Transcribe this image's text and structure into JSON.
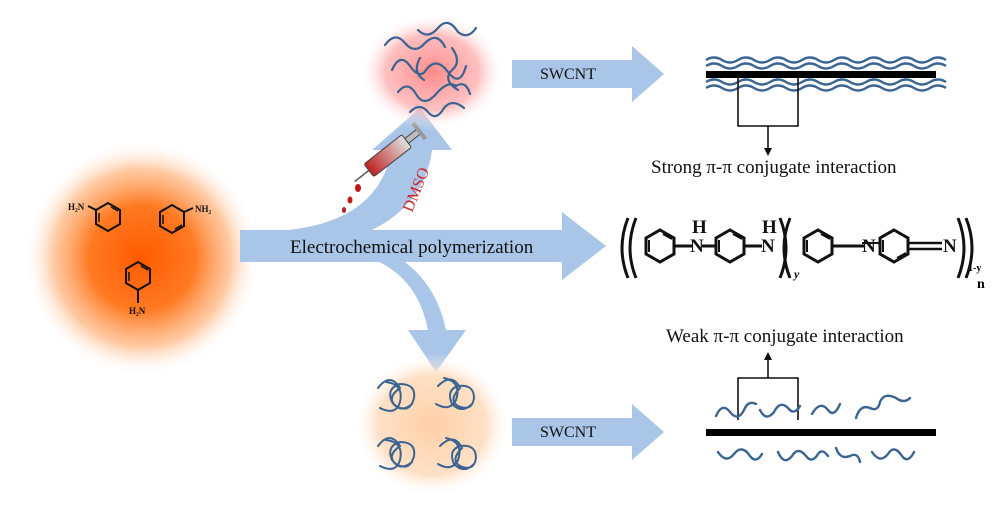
{
  "diagram": {
    "monomer": {
      "substituent_a": "H₂N",
      "substituent_b": "NH₂",
      "substituent_c": "H₂N"
    },
    "process": {
      "main_label": "Electrochemical polymerization",
      "solvent_label": "DMSO",
      "top_arrow_label": "SWCNT",
      "bottom_arrow_label": "SWCNT"
    },
    "interactions": {
      "strong": "Strong π-π conjugate interaction",
      "weak": "Weak π-π conjugate interaction"
    },
    "polyaniline": {
      "nh_label": "H",
      "n_label": "N",
      "subscript_y": "y",
      "subscript_1y": "1-y",
      "subscript_n": "n"
    },
    "colors": {
      "arrow": "#a9c6e8",
      "glow_orange": "#ff6a1a",
      "glow_red": "#ff7a7a",
      "chain_blue": "#3a6491",
      "dmso_red": "#d0262c"
    }
  }
}
